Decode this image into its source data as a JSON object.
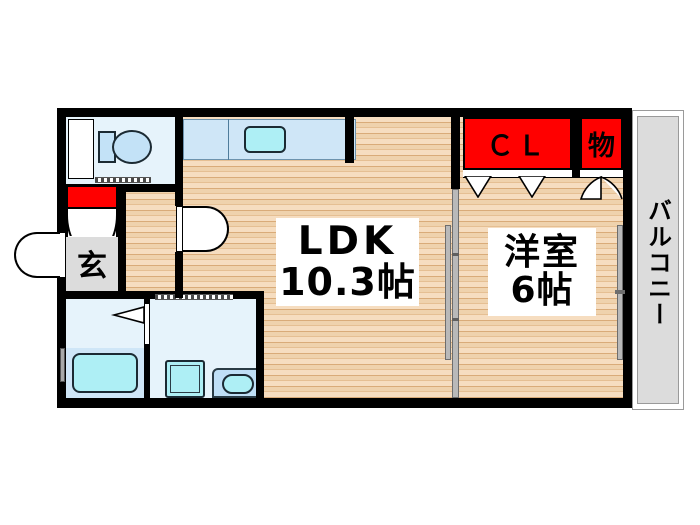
{
  "plan": {
    "type": "japanese-apartment-floor-plan",
    "unit_layout": "1LDK",
    "rooms": [
      {
        "id": "ldk",
        "name_line1": "LDK",
        "name_line2": "10.3帖",
        "size_jo": 10.3,
        "floor": "wood"
      },
      {
        "id": "washitsu",
        "name_line1": "洋室",
        "name_line2": "6帖",
        "size_jo": 6,
        "floor": "wood"
      },
      {
        "id": "genkan",
        "name_line1": "玄",
        "floor": "gray"
      },
      {
        "id": "closet",
        "name_line1": "ＣＬ",
        "floor": "red"
      },
      {
        "id": "storage",
        "name_line1": "物",
        "floor": "red"
      },
      {
        "id": "balcony",
        "name_line1": "バルコニー",
        "floor": "gray"
      },
      {
        "id": "shoe-box",
        "name_line1": "",
        "floor": "red"
      },
      {
        "id": "toilet",
        "name_line1": "",
        "floor": "light-blue"
      },
      {
        "id": "bath",
        "name_line1": "",
        "floor": "light-blue"
      },
      {
        "id": "washroom",
        "name_line1": "",
        "floor": "light-blue"
      }
    ],
    "colors": {
      "wall": "#000000",
      "wood_floor": "#f2d6b3",
      "closet_red": "#ff0000",
      "water_area": "#e6f3fb",
      "fixture_cyan": "#aeeff5",
      "balcony_gray": "#dcdcdc",
      "genkan_gray": "#dcdcdc",
      "background": "#ffffff"
    },
    "fixtures": [
      {
        "id": "toilet-bowl",
        "type": "toilet"
      },
      {
        "id": "kitchen-sink",
        "type": "sink"
      },
      {
        "id": "kitchen-counter",
        "type": "counter"
      },
      {
        "id": "bathtub",
        "type": "bathtub"
      },
      {
        "id": "washing-machine-pan",
        "type": "washer"
      },
      {
        "id": "vanity-basin",
        "type": "basin"
      }
    ],
    "doors": [
      {
        "id": "entrance-door",
        "type": "swing-out"
      },
      {
        "id": "genkan-hall-door",
        "type": "folding"
      },
      {
        "id": "ldk-hall-door",
        "type": "swing"
      },
      {
        "id": "closet-door",
        "type": "folding"
      },
      {
        "id": "storage-door",
        "type": "swing"
      },
      {
        "id": "bath-door",
        "type": "folding"
      },
      {
        "id": "room-partition",
        "type": "sliding"
      },
      {
        "id": "balcony-door",
        "type": "sliding-glass"
      }
    ]
  }
}
